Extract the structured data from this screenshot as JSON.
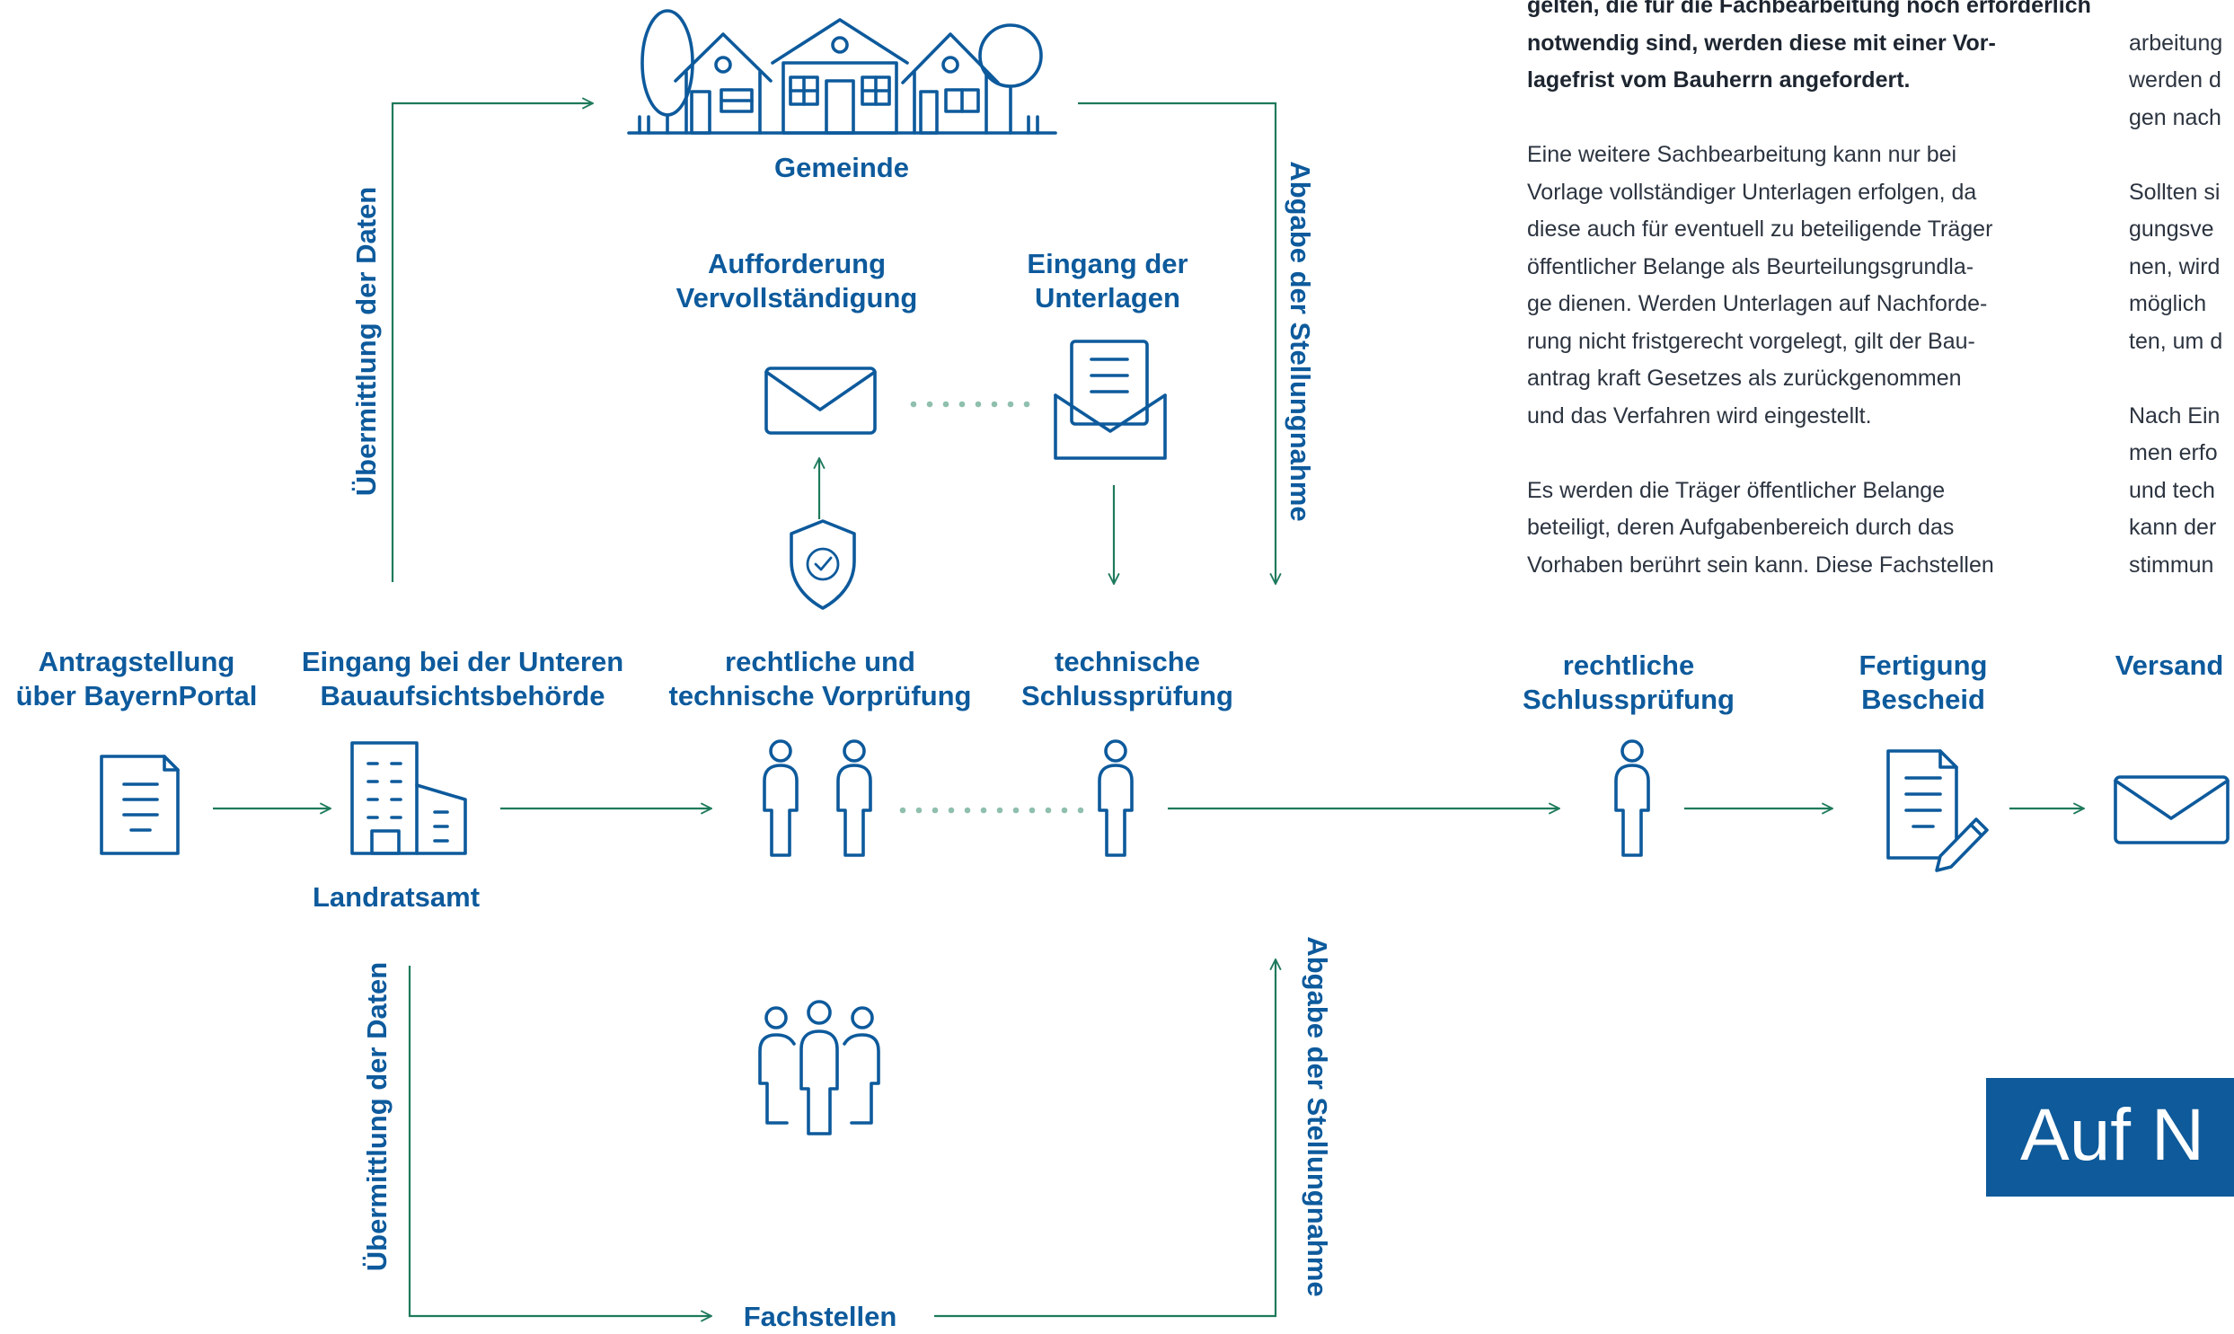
{
  "labels": {
    "gemeinde": "Gemeinde",
    "aufforderung": [
      "Aufforderung",
      "Vervollständigung"
    ],
    "eingang_unterlagen": [
      "Eingang der",
      "Unterlagen"
    ],
    "antragstellung": [
      "Antragstellung",
      "über BayernPortal"
    ],
    "eingang_behoerde": [
      "Eingang bei der Unteren",
      "Bauaufsichtsbehörde"
    ],
    "vorpruefung": [
      "rechtliche und",
      "technische Vorprüfung"
    ],
    "schlusspruefung_tech": [
      "technische",
      "Schlussprüfung"
    ],
    "schlusspruefung_recht": [
      "rechtliche",
      "Schlussprüfung"
    ],
    "fertigung": [
      "Fertigung",
      "Bescheid"
    ],
    "versand": "Versand",
    "landratsamt": "Landratsamt",
    "fachstellen": "Fachstellen",
    "uebermittlung_top": "Übermittlung der Daten",
    "abgabe_top": "Abgabe der Stellungnahme",
    "uebermittlung_bottom": "Übermittlung der Daten",
    "abgabe_bottom": "Abgabe der Stellungnahme"
  },
  "text_col1": [
    {
      "t": "gelten, die für die Fachbearbeitung noch erforderlich",
      "b": true
    },
    {
      "t": "notwendig sind, werden diese mit einer Vor-",
      "b": true
    },
    {
      "t": "lagefrist vom Bauherrn angefordert.",
      "b": true
    },
    {
      "t": "",
      "b": false
    },
    {
      "t": "Eine weitere Sachbearbeitung kann nur bei",
      "b": false
    },
    {
      "t": "Vorlage vollständiger Unterlagen erfolgen, da",
      "b": false
    },
    {
      "t": "diese auch für eventuell zu beteiligende Träger",
      "b": false
    },
    {
      "t": "öffentlicher Belange als Beurteilungsgrundla-",
      "b": false
    },
    {
      "t": "ge dienen. Werden Unterlagen auf Nachforde-",
      "b": false
    },
    {
      "t": "rung nicht fristgerecht vorgelegt, gilt der Bau-",
      "b": false
    },
    {
      "t": "antrag kraft Gesetzes als zurückgenommen",
      "b": false
    },
    {
      "t": "und das Verfahren wird eingestellt.",
      "b": false
    },
    {
      "t": "",
      "b": false
    },
    {
      "t": "Es werden die Träger öffentlicher Belange",
      "b": false
    },
    {
      "t": "beteiligt, deren Aufgabenbereich durch das",
      "b": false
    },
    {
      "t": "Vorhaben berührt sein kann. Diese Fachstellen",
      "b": false
    }
  ],
  "text_col2": [
    {
      "t": "",
      "b": false
    },
    {
      "t": "arbeitung",
      "b": false
    },
    {
      "t": "werden d",
      "b": false
    },
    {
      "t": "gen nach",
      "b": false
    },
    {
      "t": "",
      "b": false
    },
    {
      "t": "Sollten si",
      "b": false
    },
    {
      "t": "gungsve",
      "b": false
    },
    {
      "t": "nen, wird",
      "b": false
    },
    {
      "t": "möglich",
      "b": false
    },
    {
      "t": "ten, um d",
      "b": false
    },
    {
      "t": "",
      "b": false
    },
    {
      "t": "Nach Ein",
      "b": false
    },
    {
      "t": "men erfo",
      "b": false
    },
    {
      "t": "und tech",
      "b": false
    },
    {
      "t": "kann der",
      "b": false
    },
    {
      "t": "stimmun",
      "b": false
    }
  ],
  "banner": "Auf N",
  "colors": {
    "primary_blue": "#0d5a9c",
    "arrow_green": "#1e7a5c",
    "dots_green": "#8fbfad",
    "banner_bg": "#0e5a9a"
  }
}
